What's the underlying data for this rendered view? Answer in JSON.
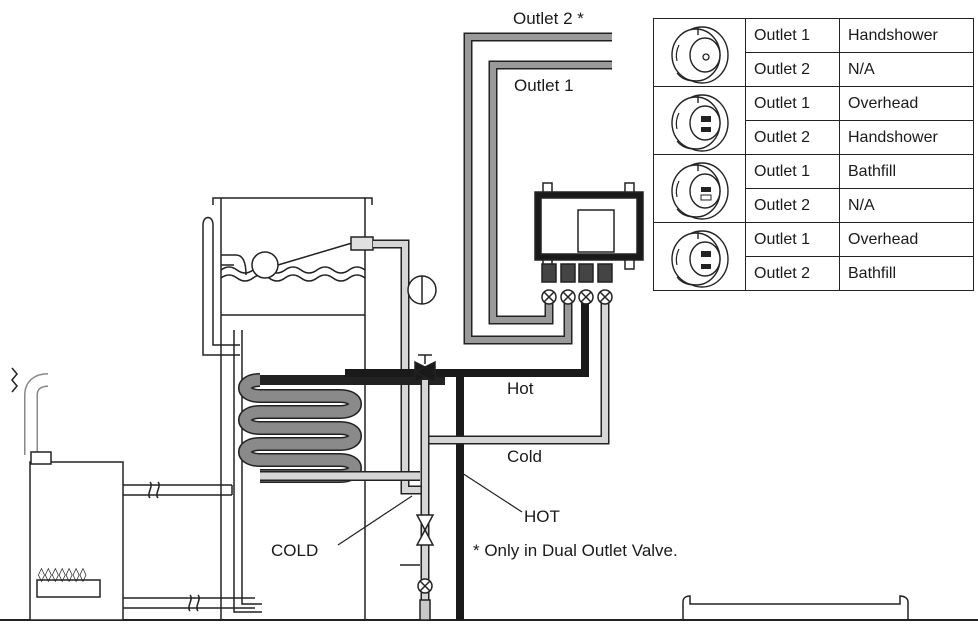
{
  "labels": {
    "outlet2": "Outlet 2 *",
    "outlet1": "Outlet 1",
    "hot_small": "Hot",
    "cold_small": "Cold",
    "hot_caps": "HOT",
    "cold_caps": "COLD",
    "footnote": "* Only in Dual Outlet Valve."
  },
  "table": {
    "rows": [
      {
        "control_icon": "handshower-control-icon",
        "outlets": [
          {
            "outlet": "Outlet 1",
            "function": "Handshower"
          },
          {
            "outlet": "Outlet 2",
            "function": "N/A"
          }
        ]
      },
      {
        "control_icon": "overhead-control-icon",
        "outlets": [
          {
            "outlet": "Outlet 1",
            "function": "Overhead"
          },
          {
            "outlet": "Outlet 2",
            "function": "Handshower"
          }
        ]
      },
      {
        "control_icon": "bathfill-control-icon",
        "outlets": [
          {
            "outlet": "Outlet 1",
            "function": "Bathfill"
          },
          {
            "outlet": "Outlet 2",
            "function": "N/A"
          }
        ]
      },
      {
        "control_icon": "overhead-bathfill-control-icon",
        "outlets": [
          {
            "outlet": "Outlet 1",
            "function": "Overhead"
          },
          {
            "outlet": "Outlet 2",
            "function": "Bathfill"
          }
        ]
      }
    ]
  },
  "colors": {
    "hot_pipe": "#1a1a1a",
    "cold_pipe": "#c8c8c8",
    "outlet_pipe": "#9a9a9a",
    "line": "#222222"
  }
}
